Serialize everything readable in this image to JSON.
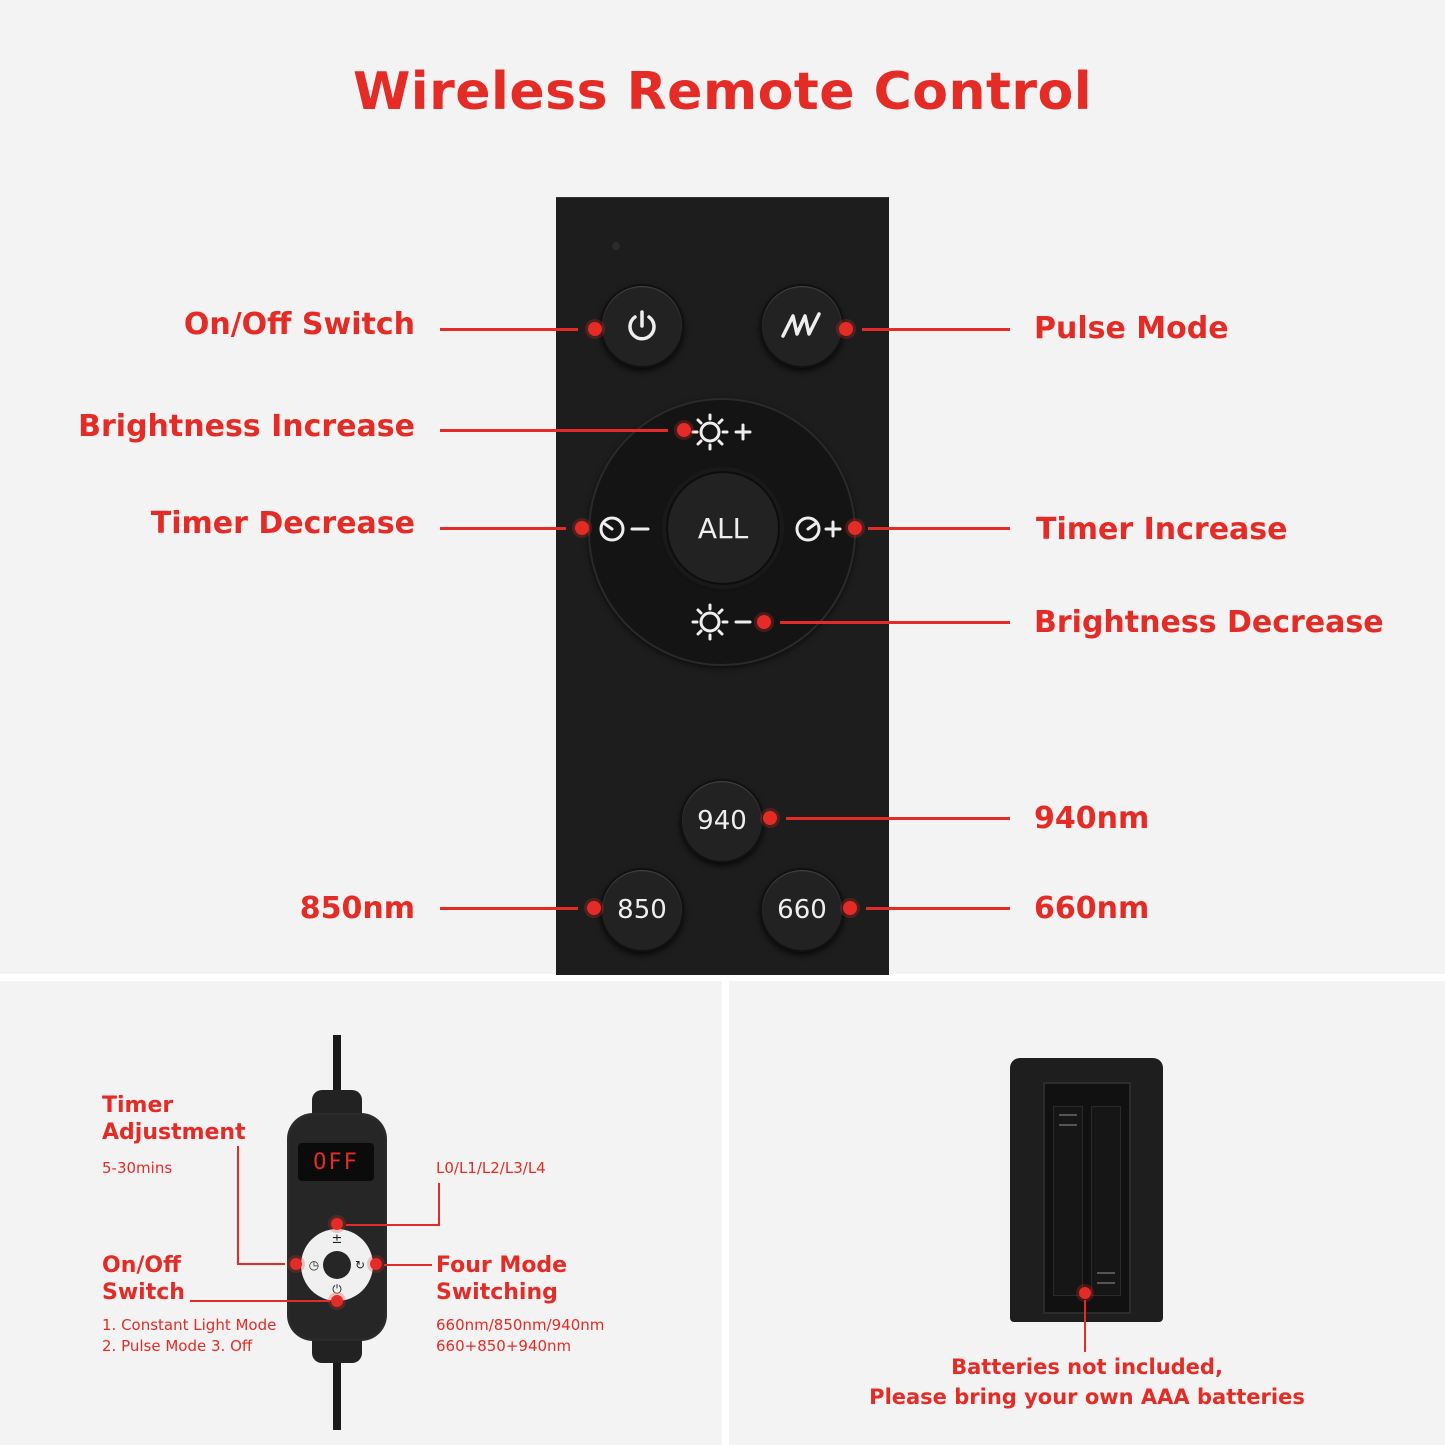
{
  "title": "Wireless Remote Control",
  "remote": {
    "labels": {
      "on_off": "On/Off Switch",
      "pulse_mode": "Pulse Mode",
      "brightness_increase": "Brightness Increase",
      "timer_decrease": "Timer Decrease",
      "timer_increase": "Timer Increase",
      "brightness_decrease": "Brightness Decrease",
      "nm940": "940nm",
      "nm850": "850nm",
      "nm660": "660nm"
    },
    "buttons": {
      "all": "ALL",
      "b940": "940",
      "b850": "850",
      "b660": "660"
    }
  },
  "controller": {
    "display": "OFF",
    "timer_title": "Timer Adjustment",
    "timer_range": "5-30mins",
    "levels": "L0/L1/L2/L3/L4",
    "onoff_title": "On/Off Switch",
    "onoff_desc_1": "1. Constant Light Mode",
    "onoff_desc_2": "2. Pulse Mode  3. Off",
    "mode_title": "Four Mode Switching",
    "mode_desc_1": "660nm/850nm/940nm",
    "mode_desc_2": "660+850+940nm"
  },
  "battery": {
    "note_1": "Batteries not included,",
    "note_2": "Please bring your own AAA batteries"
  },
  "colors": {
    "accent": "#e42b25",
    "panel": "#f3f3f3",
    "device": "#1d1d1d"
  }
}
